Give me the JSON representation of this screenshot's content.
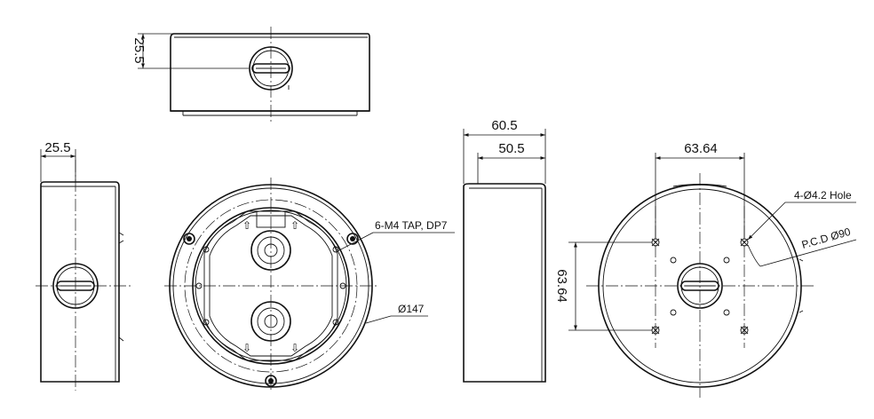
{
  "dimensions": {
    "top_view_height": "25.5",
    "side_view_height": "25.5",
    "outer_width": "60.5",
    "inner_width": "50.5",
    "bolt_spacing_horizontal": "63.64",
    "bolt_spacing_vertical": "63.64",
    "hole_callout": "4-Ø4.2 Hole",
    "pcd_callout": "P.C.D Ø90",
    "tap_callout": "6-M4 TAP, DP7",
    "outer_diameter_callout": "Ø147"
  }
}
